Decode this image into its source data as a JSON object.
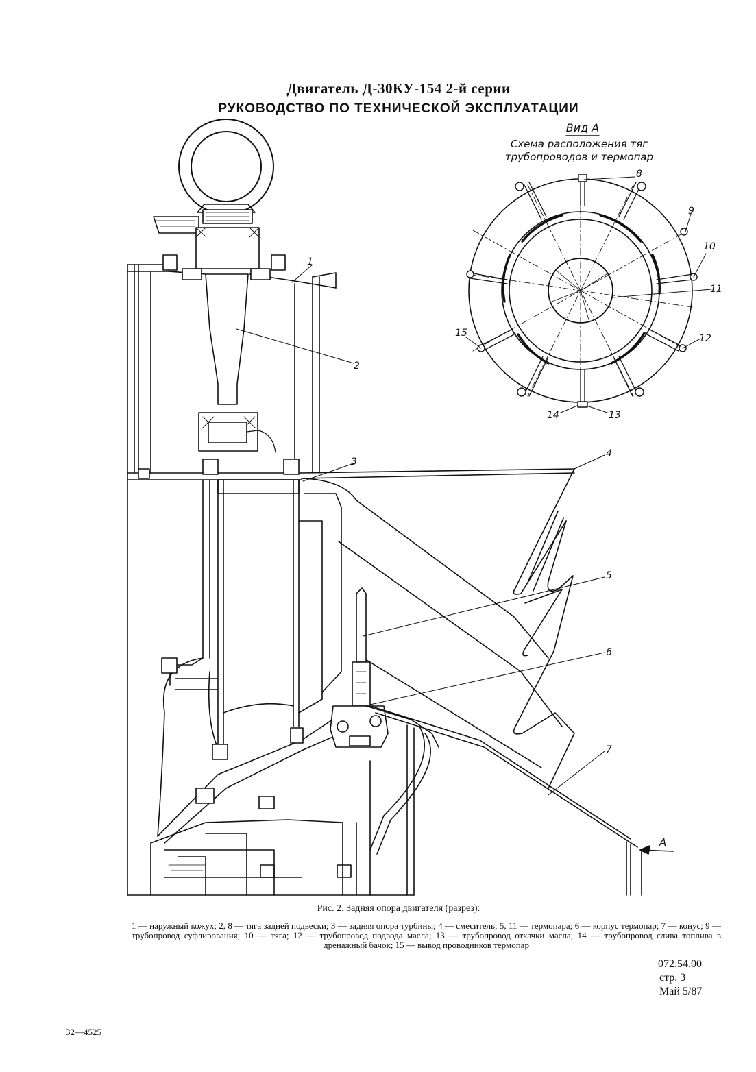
{
  "header": {
    "title": "Двигатель Д-30КУ-154 2-й серии",
    "subtitle": "РУКОВОДСТВО ПО ТЕХНИЧЕСКОЙ ЭКСПЛУАТАЦИИ"
  },
  "view": {
    "name": "Вид А",
    "description_line1": "Схема расположения тяг",
    "description_line2": "трубопроводов и термопар"
  },
  "callouts": {
    "c1": "1",
    "c2": "2",
    "c3": "3",
    "c4": "4",
    "c5": "5",
    "c6": "6",
    "c7": "7",
    "c8": "8",
    "c9": "9",
    "c10": "10",
    "c11": "11",
    "c12": "12",
    "c13": "13",
    "c14": "14",
    "c15": "15",
    "arrow_a": "A"
  },
  "figure": {
    "caption": "Рис. 2. Задняя опора двигателя (разрез):",
    "legend": "1 — наружный кожух; 2, 8 — тяга задней подвески; 3 — задняя опора турбины; 4 — смеситель; 5, 11 — термопара; 6 — корпус термопар; 7 — конус; 9 — трубопровод суфлирования; 10 — тяга; 12 — трубопровод подвода масла; 13 — трубопровод откачки масла; 14 — трубопровод слива топлива в дренажный бачок; 15 — вывод проводников термопар"
  },
  "doc_ref": {
    "number": "072.54.00",
    "page": "стр. 3",
    "date": "Май 5/87"
  },
  "footer": {
    "code": "32—4525"
  }
}
